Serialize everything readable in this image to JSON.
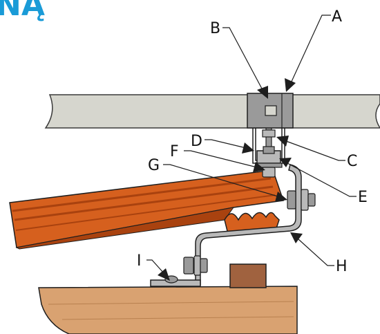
{
  "logo": {
    "text": "NĄ"
  },
  "labels": {
    "a": "A",
    "b": "B",
    "c": "C",
    "d": "D",
    "e": "E",
    "f": "F",
    "g": "G",
    "h": "H",
    "i": "I"
  },
  "colors": {
    "logo": "#1a9bd7",
    "beam_fill": "#d6d6ce",
    "beam_stroke": "#3a3a3a",
    "clamp": "#9a9a9a",
    "wood_light": "#d9a271",
    "wood_dark": "#b8804f",
    "block": "#a0623f",
    "rail_orange": "#d6601e",
    "rail_dark": "#a9420f",
    "bracket": "#b9b9b9",
    "outline": "#1e1e1e"
  }
}
